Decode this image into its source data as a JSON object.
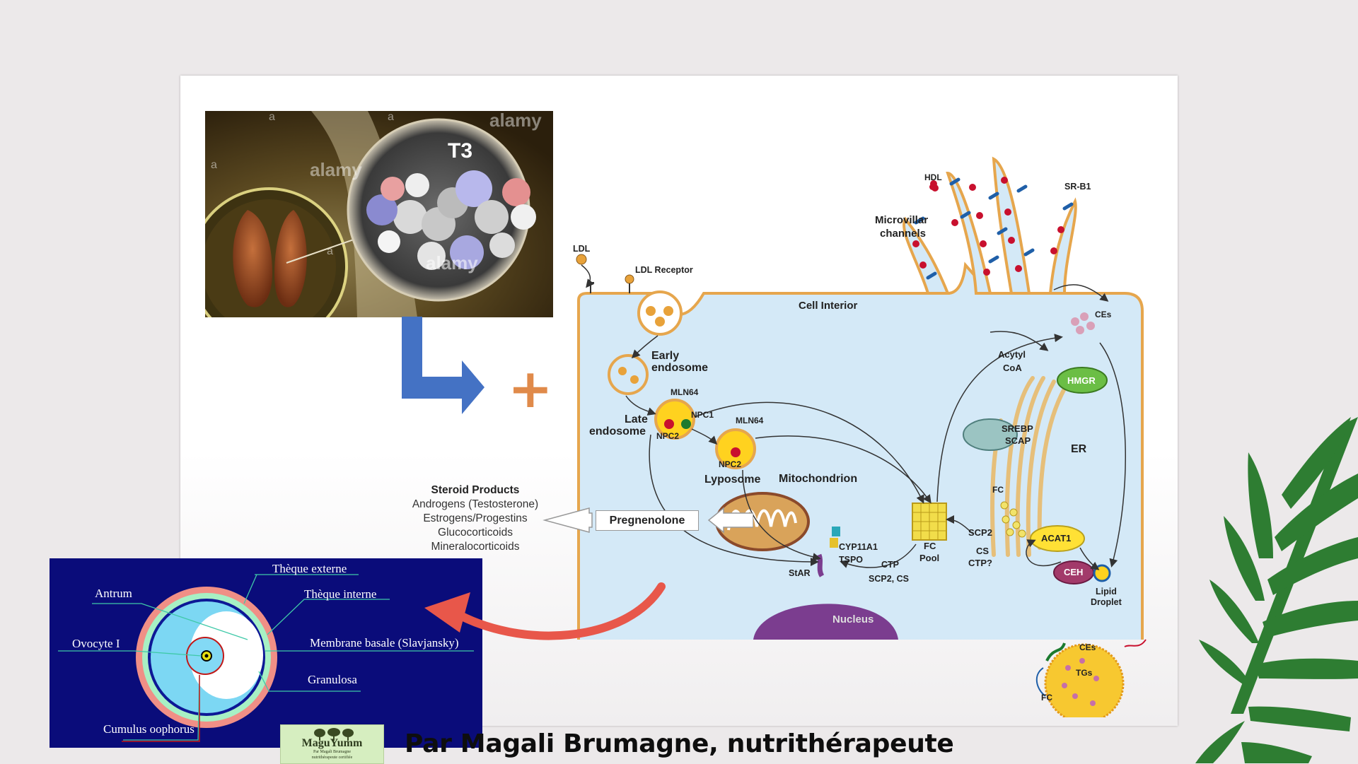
{
  "thyroid_image": {
    "hormone_label": "T3",
    "watermarks": [
      "alamy",
      "alamy",
      "alamy",
      "a",
      "a",
      "a",
      "a"
    ]
  },
  "plus_symbol": "+",
  "cell_diagram": {
    "hdl": "HDL",
    "sr_b1": "SR-B1",
    "microvillar_line1": "Microvillar",
    "microvillar_line2": "channels",
    "ldl": "LDL",
    "ldl_receptor": "LDL Receptor",
    "cell_interior": "Cell Interior",
    "early_endosome_line1": "Early",
    "early_endosome_line2": "endosome",
    "mln64_a": "MLN64",
    "npc1": "NPC1",
    "late_endosome_line1": "Late",
    "late_endosome_line2": "endosome",
    "npc2_a": "NPC2",
    "mln64_b": "MLN64",
    "npc2_b": "NPC2",
    "lysosome": "Lyposome",
    "mitochondrion": "Mitochondrion",
    "acetyl_coa_line1": "Acytyl",
    "acetyl_coa_line2": "CoA",
    "hmgr": "HMGR",
    "srebp_line1": "SREBP",
    "srebp_line2": "SCAP",
    "er": "ER",
    "ces_top": "CEs",
    "fc": "FC",
    "fc_pool_line1": "FC",
    "fc_pool_line2": "Pool",
    "scp2": "SCP2",
    "cs_ctp_line1": "CS",
    "cs_ctp_line2": "CTP?",
    "acat1": "ACAT1",
    "ceh": "CEH",
    "lipid_droplet_line1": "Lipid",
    "lipid_droplet_line2": "Droplet",
    "cyp11a1": "CYP11A1",
    "tspo": "TSPO",
    "star": "StAR",
    "ctp": "CTP",
    "scp2_cs": "SCP2, CS",
    "nucleus": "Nucleus",
    "pregnenolone": "Pregnenolone",
    "droplet_ces": "CEs",
    "droplet_tgs": "TGs",
    "droplet_fc": "FC"
  },
  "steroid_products": {
    "title": "Steroid Products",
    "items": [
      "Androgens (Testosterone)",
      "Estrogens/Progestins",
      "Glucocorticoids",
      "Mineralocorticoids"
    ]
  },
  "follicle": {
    "theque_externe": "Thèque externe",
    "antrum": "Antrum",
    "theque_interne": "Thèque interne",
    "ovocyte": "Ovocyte I",
    "membrane": "Membrane basale (Slavjansky)",
    "granulosa": "Granulosa",
    "cumulus": "Cumulus oophorus"
  },
  "logo": {
    "name": "MaguYumm",
    "tagline1": "Par Magali Brumagne",
    "tagline2": "nutrithérapeute certifiée"
  },
  "author": "Par Magali Brumagne, nutrithérapeute",
  "colors": {
    "background": "#ECE9EA",
    "blue_arrow": "#4472C4",
    "plus": "#E08A4A",
    "red_arrow": "#E8574A",
    "cell_fill": "#D4E9F7",
    "cell_border": "#E6A64D",
    "follicle_bg": "#0A0C7A",
    "palm": "#2E7D32"
  }
}
